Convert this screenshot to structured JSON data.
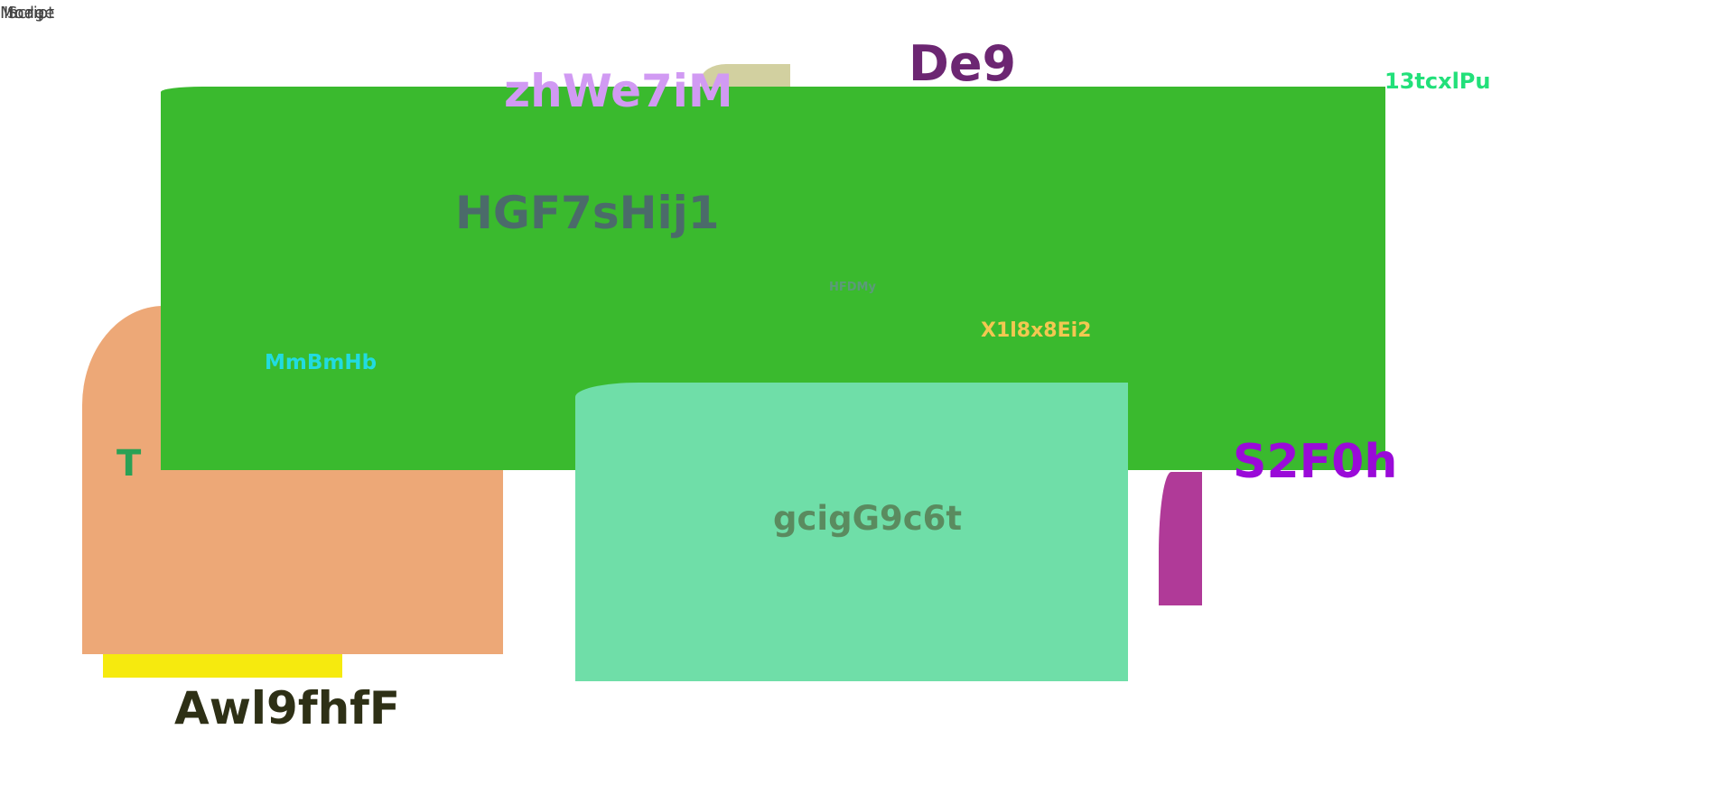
{
  "corner_labels": [
    "Mode",
    "Image",
    "Script"
  ],
  "texts": {
    "green_title": "zhWe7iM",
    "purple_title": "De9",
    "green_label": "13tcxlPu",
    "big_gray": "HGF7sHij1",
    "tiny": "HFDMy",
    "yellow_label": "X1l8x8Ei2",
    "cyan_label": "MmBmHb",
    "t_label": "T",
    "violet_label": "S2F0h",
    "mint_label": "gcigG9c6t",
    "dark_label": "Awl9fhfF"
  },
  "colors": {
    "green_panel": "#3aba2e",
    "orange_panel": "#eda877",
    "mint_panel": "#6fdea8",
    "yellow_strip": "#f6ea0e",
    "khaki_tab": "#d2d0a0",
    "magenta_bar": "#b03a98"
  }
}
